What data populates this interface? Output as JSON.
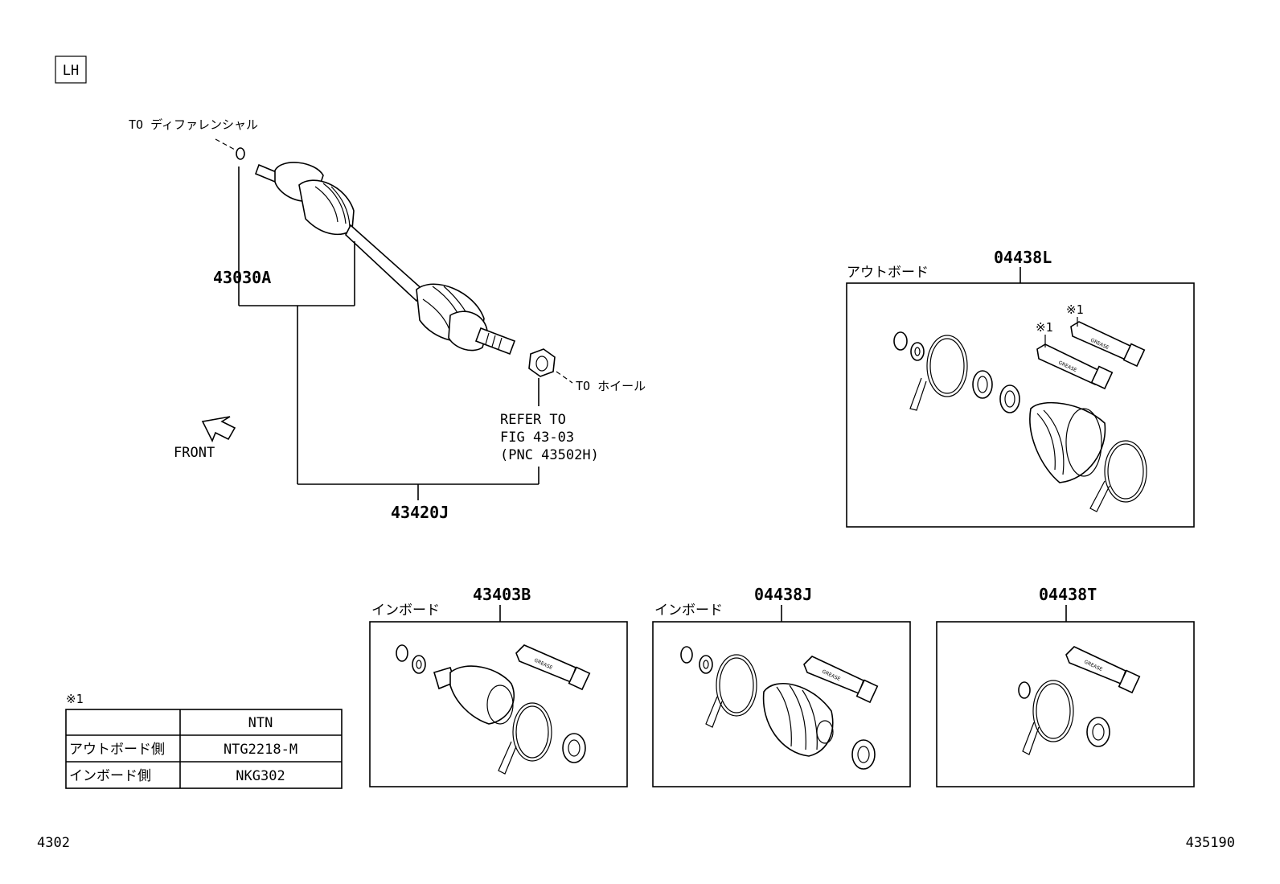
{
  "side_box": "LH",
  "labels": {
    "to_differential": "TO ディファレンシャル",
    "to_wheel": "TO ホイール",
    "front": "FRONT",
    "refer_line1": "REFER TO",
    "refer_line2": "FIG 43-03",
    "refer_line3": "(PNC 43502H)",
    "outboard": "アウトボード",
    "inboard": "インボード",
    "note_mark": "※1",
    "grease": "GREASE"
  },
  "part_numbers": {
    "shaft_inner": "43030A",
    "shaft_assy": "43420J",
    "outboard_kit": "04438L",
    "inboard_joint": "43403B",
    "inboard_kit": "04438J",
    "grease_kit": "04438T"
  },
  "grease_table": {
    "title": "※1",
    "header": [
      "",
      "NTN"
    ],
    "rows": [
      [
        "アウトボード側",
        "NTG2218-M"
      ],
      [
        "インボード側",
        "NKG302"
      ]
    ]
  },
  "footer": {
    "left": "4302",
    "right": "435190"
  }
}
